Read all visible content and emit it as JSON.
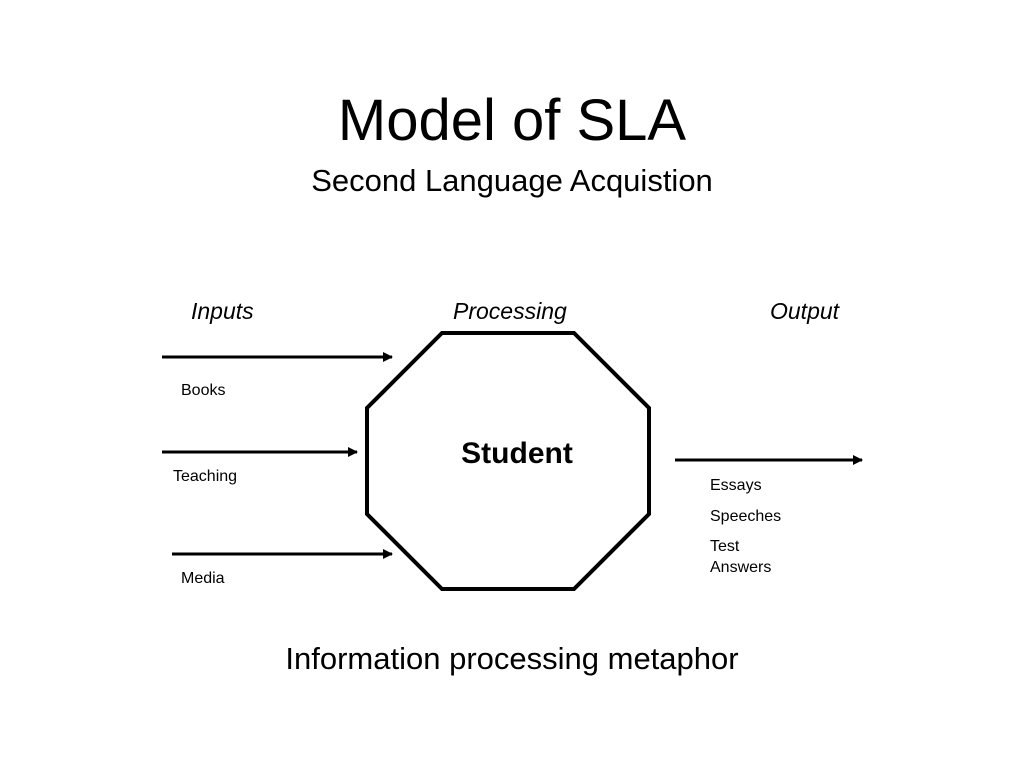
{
  "slide": {
    "title": "Model of SLA",
    "subtitle": "Second Language Acquistion",
    "caption": "Information processing metaphor"
  },
  "diagram": {
    "headers": {
      "inputs": "Inputs",
      "processing": "Processing",
      "output": "Output"
    },
    "center_label": "Student",
    "inputs": [
      "Books",
      "Teaching",
      "Media"
    ],
    "outputs": [
      "Essays",
      "Speeches",
      "Test",
      "Answers"
    ],
    "stroke_color": "#000000"
  }
}
